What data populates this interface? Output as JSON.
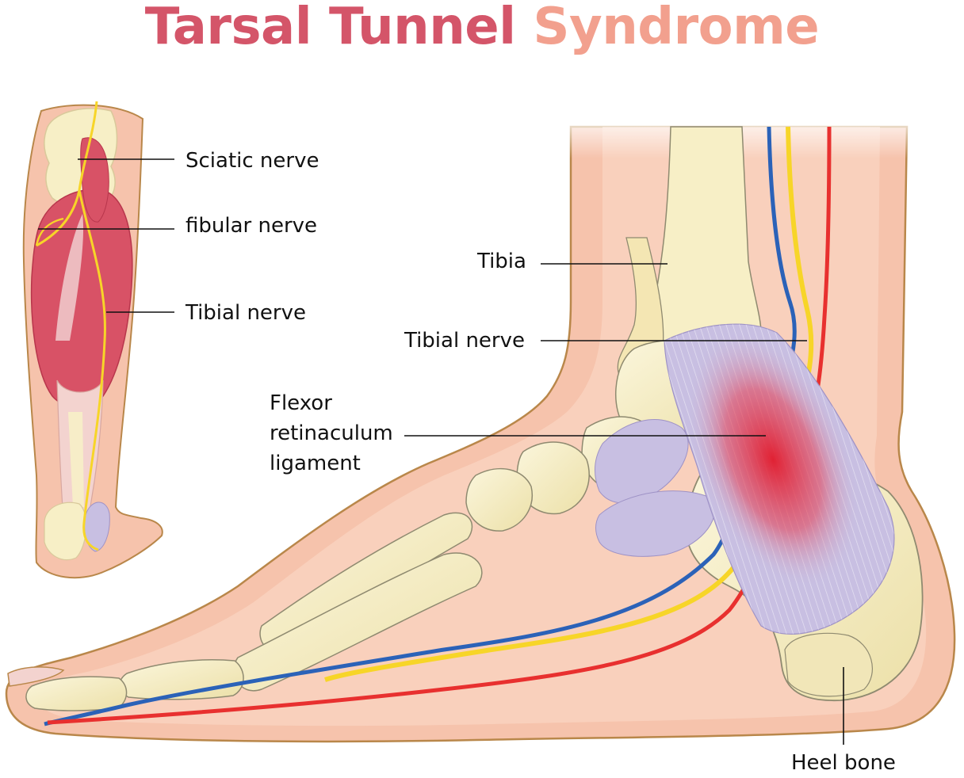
{
  "title": {
    "part1": "Tarsal Tunnel",
    "part2": "Syndrome",
    "color_part1": "#d45569",
    "color_part2": "#f2a08e"
  },
  "labels": {
    "sciatic": "Sciatic nerve",
    "fibular": "fibular nerve",
    "tibial_leg": "Tibial nerve",
    "tibia": "Tibia",
    "tibial_ankle": "Tibial nerve",
    "flexor": "Flexor retinaculum ligament",
    "heel": "Heel bone"
  },
  "colors": {
    "skin": "#f6c3ac",
    "skin_outline": "#b9874a",
    "bone": "#f7efc6",
    "bone_outline": "#8f8a70",
    "muscle": "#d85266",
    "nerve": "#f7d528",
    "artery": "#e8302f",
    "vein": "#2b62b8",
    "ligament": "#c8bfe2",
    "inflammation": "#e2192a"
  }
}
